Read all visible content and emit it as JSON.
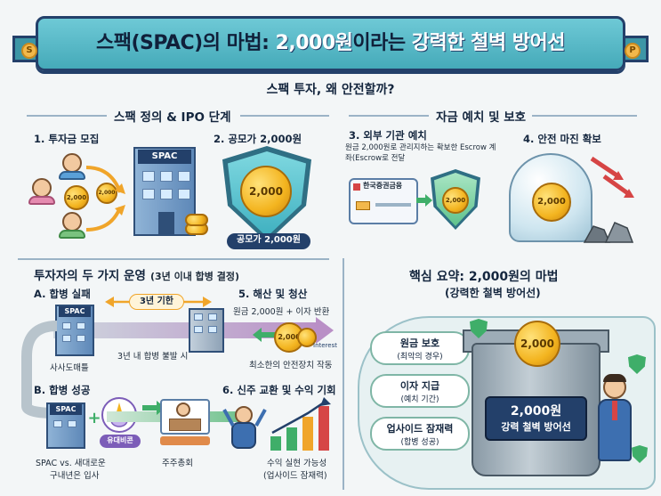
{
  "title": {
    "part1": "스팩(SPAC)의 마법: ",
    "highlight": "2,000원",
    "part2": "이라는 ",
    "part3": "강력한 철벽 방어선"
  },
  "subtitle": "스팩 투자, 왜 안전할까?",
  "ipo_section": {
    "title": "스팩 정의 & IPO 단계",
    "step1": "1. 투자금 모집",
    "step2": "2. 공모가 2,000원",
    "building_label": "SPAC",
    "coin_value": "2,000",
    "price_tag": "공모가 2,000원"
  },
  "deposit_section": {
    "title": "자금 예치 및 보호",
    "step3": "3. 외부 기관 예치",
    "step3_desc": "원금 2,000원로 관리지하는 확보한 Escrow 계좌(Escrow로 전달",
    "bank_name": "한국증권금융",
    "coin_value": "2,000",
    "step4": "4. 안전 마진 확보"
  },
  "operation_section": {
    "title": "투자자의 두 가지 운영",
    "title_note": "(3년 이내 합병 결정)",
    "fail_label": "A. 합병 실패",
    "period_tag": "3년 기한",
    "spac_label": "SPAC",
    "delisting": "사사도매틀",
    "no_merger": "3년 내 합병 불발 시",
    "step5": "5. 해산 및 청산",
    "refund": "원금 2,000원 + 이자 반환",
    "interest": "Interest",
    "safety": "최소한의 안전장치 작동",
    "success_label": "B. 합병 성공",
    "unicorn_tag": "유대비콘",
    "spac_vs": "SPAC vs. 새대로운",
    "company_entry": "구내년은 입사",
    "shareholders": "주주총회",
    "step6": "6. 신주 교환 및 수익 기회",
    "profit": "수익 실현 가능성",
    "upside_note": "(업사이드 잠재력)",
    "coin_value": "2,000"
  },
  "summary_section": {
    "title": "핵심 요약: 2,000원의 마법",
    "subtitle": "(강력한 철벽 방어선)",
    "items": [
      {
        "label": "원금 보호",
        "sub": "(최악의 경우)"
      },
      {
        "label": "이자 지급",
        "sub": "(예치 기간)"
      },
      {
        "label": "업사이드 잠재력",
        "sub": "(합병 성공)"
      }
    ],
    "coin_value": "2,000",
    "tower_value": "2,000원",
    "tower_text": "강력 철벽 방어선"
  },
  "side_coins": {
    "left": "S",
    "right": "P"
  },
  "colors": {
    "navy": "#23406a",
    "teal": "#45aab9",
    "gold": "#f3b41f",
    "green": "#3fae69",
    "red": "#d64545"
  }
}
